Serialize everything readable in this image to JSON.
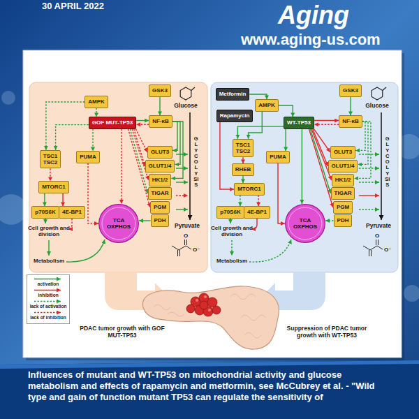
{
  "diagram": {
    "title": "Aging",
    "caption": "Influences of mutant and WT-TP53 on mitochondrial activity and glucose metabolism and effects of rapamycin and metformin, see McCubrey et al. - \"Wild type and gain of function mutant TP53 can regulate the sensitivity of",
    "nodes": [
      {
        "text": [
          "AMPK"
        ]
      },
      {
        "text": [
          "GSK3"
        ]
      },
      {
        "text": [
          "GOF MUT-TP53"
        ]
      },
      {
        "text": [
          "NF-κB"
        ]
      },
      {
        "text": [
          "TSC1 TSC2"
        ]
      },
      {
        "text": [
          "PUMA"
        ]
      },
      {
        "text": [
          "GLUT3"
        ]
      },
      {
        "text": [
          "GLUT1/4"
        ]
      },
      {
        "text": [
          "HK1/2"
        ]
      },
      {
        "text": [
          "TIGAR"
        ]
      },
      {
        "text": [
          "PGM"
        ]
      },
      {
        "text": [
          "PDH"
        ]
      },
      {
        "text": [
          "MTORC1"
        ]
      },
      {
        "text": [
          "p70S6K"
        ]
      },
      {
        "text": [
          "4E-BP1"
        ]
      },
      {
        "text": [
          "TCA OXPHOS"
        ]
      },
      {
        "text": [
          "Metformin"
        ]
      },
      {
        "text": [
          "Rapamycin"
        ]
      },
      {
        "text": [
          "AMPK"
        ]
      },
      {
        "text": [
          "GSK3"
        ]
      },
      {
        "text": [
          "WT-TP53"
        ]
      },
      {
        "text": [
          "NF-κB"
        ]
      },
      {
        "text": [
          "TSC1 TSC2"
        ]
      },
      {
        "text": [
          "RHEB"
        ]
      },
      {
        "text": [
          "PUMA"
        ]
      },
      {
        "text": [
          "GLUT3"
        ]
      },
      {
        "text": [
          "GLUT1/4"
        ]
      },
      {
        "text": [
          "HK1/2"
        ]
      },
      {
        "text": [
          "TIGAR"
        ]
      },
      {
        "text": [
          "PGM"
        ]
      },
      {
        "text": [
          "PDH"
        ]
      },
      {
        "text": [
          "MTORC1"
        ]
      },
      {
        "text": [
          "p70S6K"
        ]
      },
      {
        "text": [
          "4E-BP1"
        ]
      },
      {
        "text": [
          "TCA OXPHOS"
        ]
      }
    ],
    "edges": [
      {
        "from": 0,
        "to": 2,
        "arrow": "to"
      },
      {
        "from": 1,
        "to": 3,
        "arrow": "to"
      },
      {
        "from": 2,
        "to": 3,
        "arrow": "to"
      },
      {
        "from": 3,
        "to": 2,
        "arrow": "to"
      },
      {
        "from": 0,
        "to": 4,
        "arrow": "to"
      },
      {
        "from": 2,
        "to": 4,
        "arrow": "to"
      },
      {
        "from": 2,
        "to": 5,
        "arrow": "to"
      },
      {
        "from": 2,
        "to": 6,
        "arrow": "to"
      },
      {
        "from": 2,
        "to": 7,
        "arrow": "to"
      },
      {
        "from": 2,
        "to": 8,
        "arrow": "to"
      },
      {
        "from": 2,
        "to": 9,
        "arrow": "to"
      },
      {
        "from": 2,
        "to": 10,
        "arrow": "to"
      },
      {
        "from": 2,
        "to": 15,
        "arrow": "to"
      },
      {
        "from": 3,
        "to": 6,
        "arrow": "to"
      },
      {
        "from": 3,
        "to": 7,
        "arrow": "to"
      },
      {
        "from": 3,
        "to": 8,
        "arrow": "to"
      },
      {
        "from": 4,
        "to": 12,
        "arrow": "to"
      },
      {
        "from": 5,
        "to": 15,
        "arrow": "to"
      },
      {
        "from": 12,
        "to": 13,
        "arrow": "to"
      },
      {
        "from": 12,
        "to": 14,
        "arrow": "to"
      },
      {
        "from": 11,
        "to": 15,
        "arrow": "to"
      },
      {
        "from": 16,
        "to": 18,
        "arrow": "to"
      },
      {
        "from": 17,
        "to": 31,
        "arrow": "to"
      },
      {
        "from": 18,
        "to": 20,
        "arrow": "to"
      },
      {
        "from": 18,
        "to": 22,
        "arrow": "to"
      },
      {
        "from": 19,
        "to": 21,
        "arrow": "to"
      },
      {
        "from": 20,
        "to": 21,
        "arrow": "to"
      },
      {
        "from": 21,
        "to": 20,
        "arrow": "to"
      },
      {
        "from": 20,
        "to": 22,
        "arrow": "to"
      },
      {
        "from": 20,
        "to": 24,
        "arrow": "to"
      },
      {
        "from": 20,
        "to": 25,
        "arrow": "to"
      },
      {
        "from": 20,
        "to": 26,
        "arrow": "to"
      },
      {
        "from": 20,
        "to": 27,
        "arrow": "to"
      },
      {
        "from": 20,
        "to": 28,
        "arrow": "to"
      },
      {
        "from": 20,
        "to": 29,
        "arrow": "to"
      },
      {
        "from": 20,
        "to": 34,
        "arrow": "to"
      },
      {
        "from": 21,
        "to": 25,
        "arrow": "to"
      },
      {
        "from": 21,
        "to": 26,
        "arrow": "to"
      },
      {
        "from": 21,
        "to": 27,
        "arrow": "to"
      },
      {
        "from": 22,
        "to": 23,
        "arrow": "to"
      },
      {
        "from": 23,
        "to": 31,
        "arrow": "to"
      },
      {
        "from": 31,
        "to": 32,
        "arrow": "to"
      },
      {
        "from": 31,
        "to": 33,
        "arrow": "to"
      },
      {
        "from": 24,
        "to": 34,
        "arrow": "to"
      },
      {
        "from": 30,
        "to": 34,
        "arrow": "to"
      }
    ],
    "labels": [
      "30 APRIL 2022",
      "www.aging-us.com",
      "Glucose",
      "GLYCOLYSIS",
      "Pyruvate",
      "O",
      "O⁻",
      "Cell growth and division",
      "Metabolism",
      "Glucose",
      "GLYCOLYSIS",
      "Pyruvate",
      "O",
      "O⁻",
      "Cell growth and division",
      "Metabolism",
      "PDAC tumor growth with GOF MUT-TP53",
      "Suppression of PDAC tumor growth with WT-TP53"
    ],
    "legend": [
      {
        "text": "activation"
      },
      {
        "text": "inhibition"
      },
      {
        "text": "lack of activation"
      },
      {
        "text": "lack of inhibition"
      }
    ]
  }
}
